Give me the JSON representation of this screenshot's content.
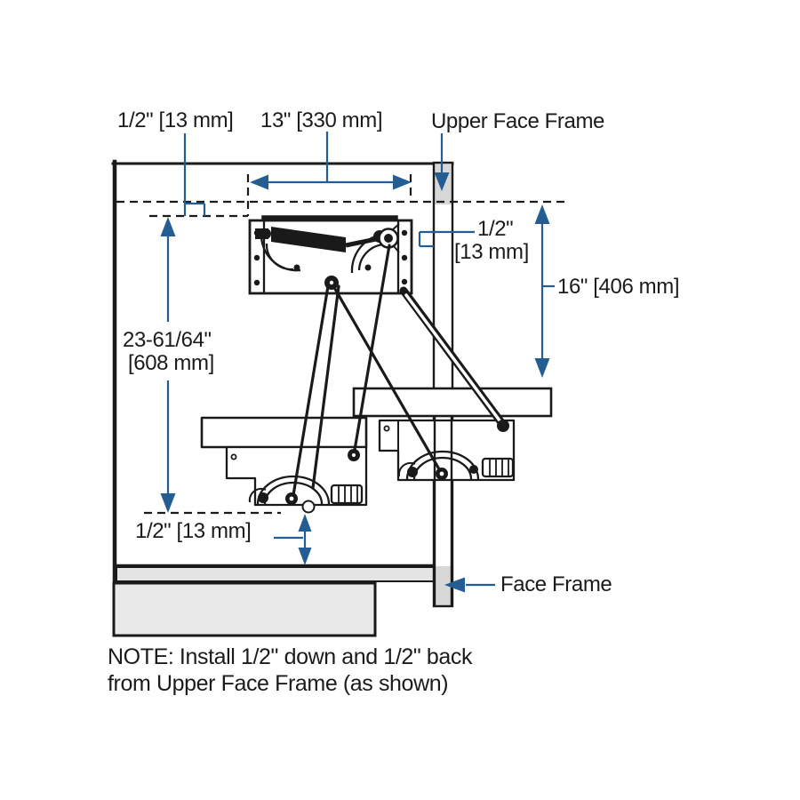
{
  "diagram": {
    "kind": "cabinet lift-mechanism installation diagram",
    "dimensions": {
      "top_back_offset": "1/2\" [13 mm]",
      "width": "13\" [330 mm]",
      "down_offset_line1": "1/2\"",
      "down_offset_line2": "[13 mm]",
      "height_16": "16\" [406 mm]",
      "depth_line1": "23-61/64\"",
      "depth_line2": "[608 mm]",
      "bottom_offset": "1/2\" [13 mm]"
    },
    "labels": {
      "upper_face_frame": "Upper Face Frame",
      "face_frame": "Face Frame"
    },
    "note": {
      "line1": "NOTE: Install 1/2\" down and 1/2\" back",
      "line2": "from Upper Face Frame (as shown)"
    },
    "colors": {
      "dimension_blue": "#235d92",
      "line_black": "#1a1a1a",
      "panel_gray": "#e4e4e4",
      "frame_gray": "#d7d7d7"
    }
  }
}
